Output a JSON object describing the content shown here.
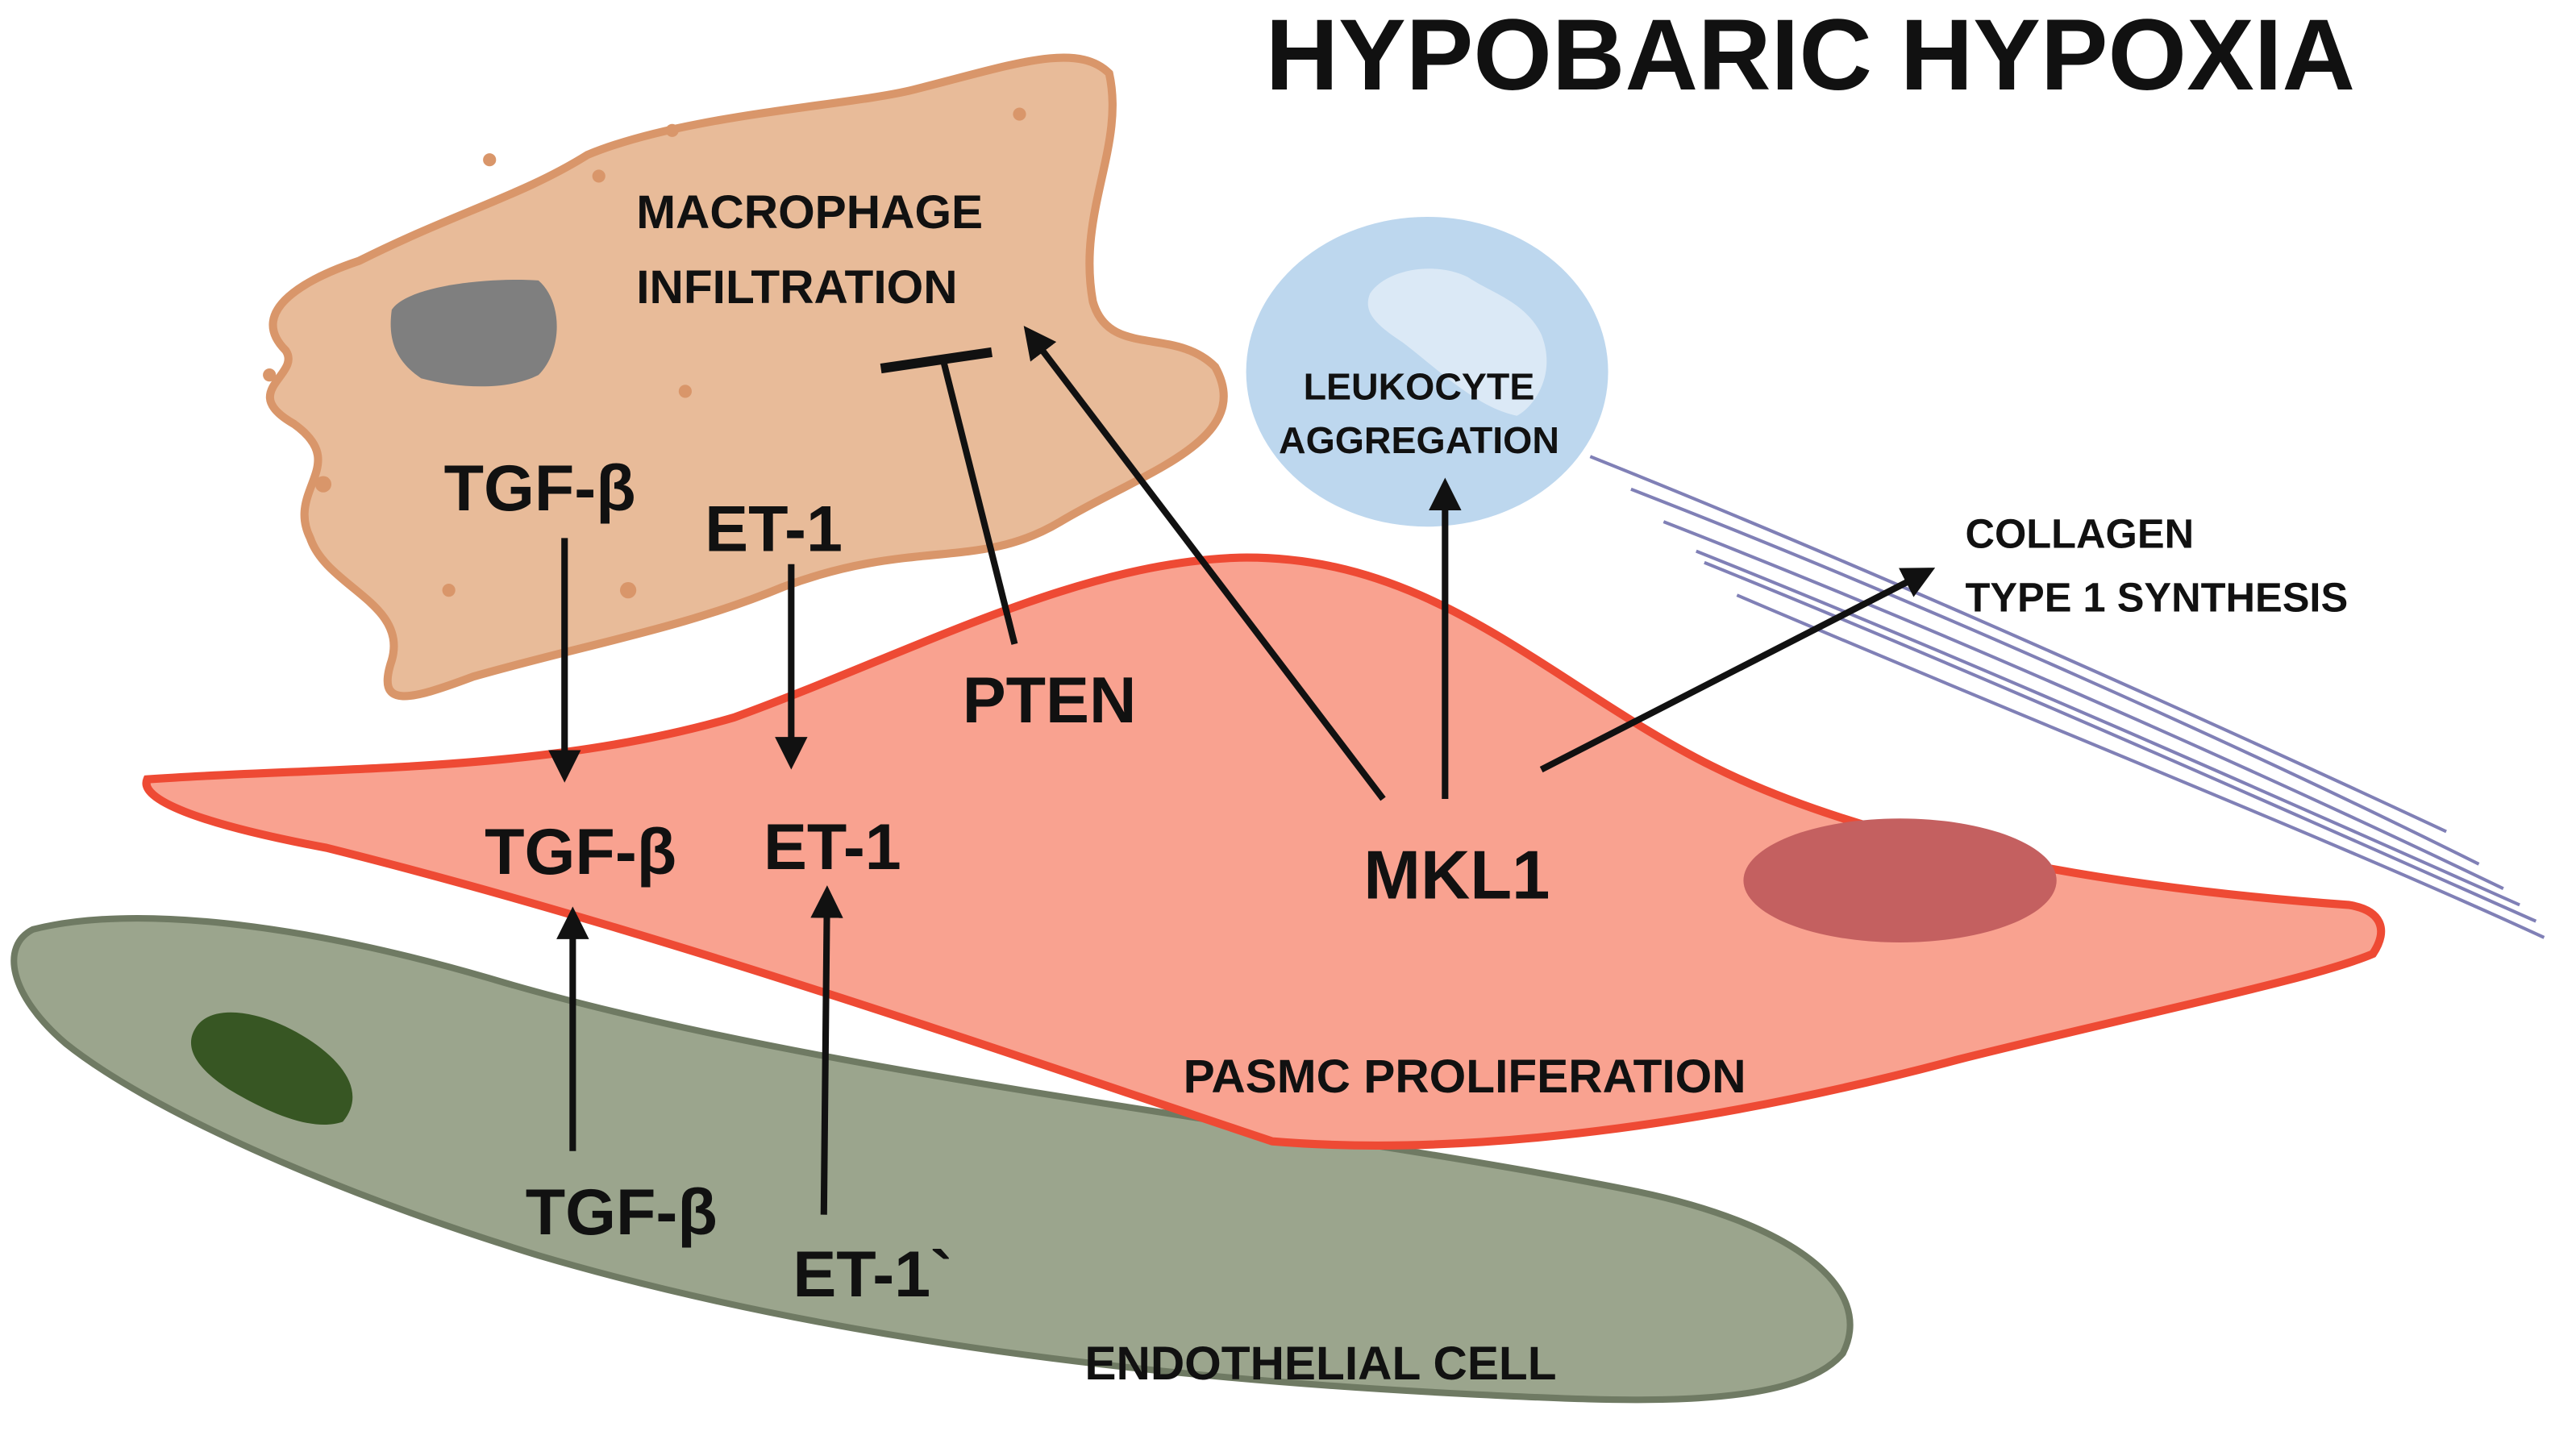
{
  "title": "HYPOBARIC HYPOXIA",
  "macrophage": {
    "label_line1": "MACROPHAGE",
    "label_line2": "INFILTRATION",
    "tgf": "TGF-β",
    "et1": "ET-1"
  },
  "pten": "PTEN",
  "leukocyte": {
    "line1": "LEUKOCYTE",
    "line2": "AGGREGATION"
  },
  "collagen": {
    "line1": "COLLAGEN",
    "line2": "TYPE 1 SYNTHESIS"
  },
  "pasmc": {
    "tgf": "TGF-β",
    "et1": "ET-1",
    "mkl1": "MKL1",
    "label": "PASMC PROLIFERATION"
  },
  "endothelial": {
    "tgf": "TGF-β",
    "et1": "ET-1`",
    "label": "ENDOTHELIAL CELL"
  },
  "colors": {
    "macrophage_fill": "#e8bb99",
    "macrophage_stroke": "#d9966a",
    "pasmc_fill": "#f9a290",
    "pasmc_stroke": "#ee4a34",
    "endothelial_fill": "#9ba58d",
    "endothelial_stroke": "#6f7a63",
    "leukocyte_fill": "#bdd7ee",
    "collagen": "#6a6aaa"
  }
}
